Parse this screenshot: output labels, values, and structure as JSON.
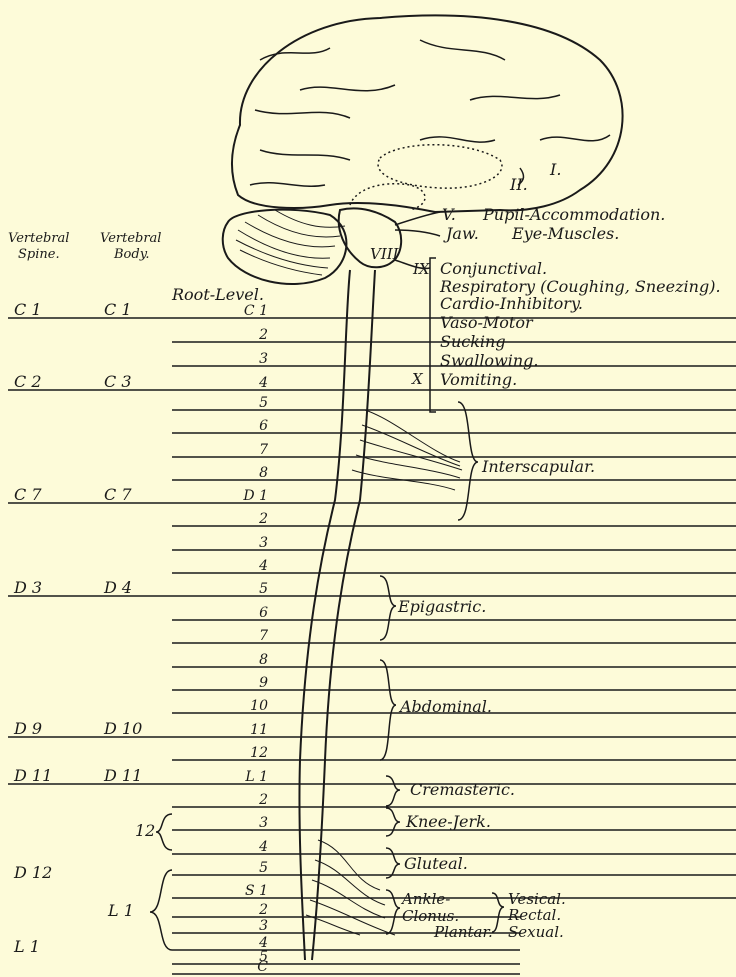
{
  "columns": {
    "spine": [
      "Vertebral",
      "Spine."
    ],
    "body": [
      "Vertebral",
      "Body."
    ],
    "root_level": "Root-Level."
  },
  "brain_labels": {
    "I": "I.",
    "II": "II.",
    "V": "V.",
    "pupil": "Pupil-Accommodation.",
    "jaw": "Jaw.",
    "eye": "Eye-Muscles.",
    "VIII": "VIII",
    "IX": "IX",
    "X": "X"
  },
  "medullary_reflexes": [
    "Conjunctival.",
    "Respiratory (Coughing, Sneezing).",
    "Cardio-Inhibitory.",
    "Vaso-Motor",
    "Sucking",
    "Swallowing.",
    "Vomiting."
  ],
  "segments": [
    {
      "spine": "C 1",
      "body": "C 1",
      "root": "C 1"
    },
    {
      "root": "2"
    },
    {
      "root": "3"
    },
    {
      "spine": "C 2",
      "body": "C 3",
      "root": "4"
    },
    {
      "root": "5"
    },
    {
      "root": "6"
    },
    {
      "root": "7"
    },
    {
      "root": "8"
    },
    {
      "spine": "C 7",
      "body": "C 7",
      "root": "D 1"
    },
    {
      "root": "2"
    },
    {
      "root": "3"
    },
    {
      "root": "4"
    },
    {
      "spine": "D 3",
      "body": "D 4",
      "root": "5"
    },
    {
      "root": "6"
    },
    {
      "root": "7"
    },
    {
      "root": "8"
    },
    {
      "root": "9"
    },
    {
      "root": "10"
    },
    {
      "spine": "D 9",
      "body": "D 10",
      "root": "11"
    },
    {
      "root": "12"
    },
    {
      "spine": "D 11",
      "body": "D 11",
      "root": "L 1"
    },
    {
      "root": "2"
    },
    {
      "root": "3"
    },
    {
      "root": "4"
    },
    {
      "root": "5"
    },
    {
      "root": "S 1"
    },
    {
      "root": "2"
    },
    {
      "root": "3"
    },
    {
      "root": "4"
    },
    {
      "root": "5"
    },
    {
      "root": "C"
    }
  ],
  "lower_vertebrae": {
    "body_12": "12",
    "spine_d12": "D 12",
    "body_l1": "L 1",
    "spine_l1": "L 1"
  },
  "reflexes": {
    "interscapular": "Interscapular.",
    "epigastric": "Epigastric.",
    "abdominal": "Abdominal.",
    "cremasteric": "Cremasteric.",
    "knee_jerk": "Knee-Jerk.",
    "gluteal": "Gluteal.",
    "ankle": "Ankle-",
    "clonus": "Clonus.",
    "plantar": "Plantar.",
    "vesical": "Vesical.",
    "rectal": "Rectal.",
    "sexual": "Sexual."
  }
}
